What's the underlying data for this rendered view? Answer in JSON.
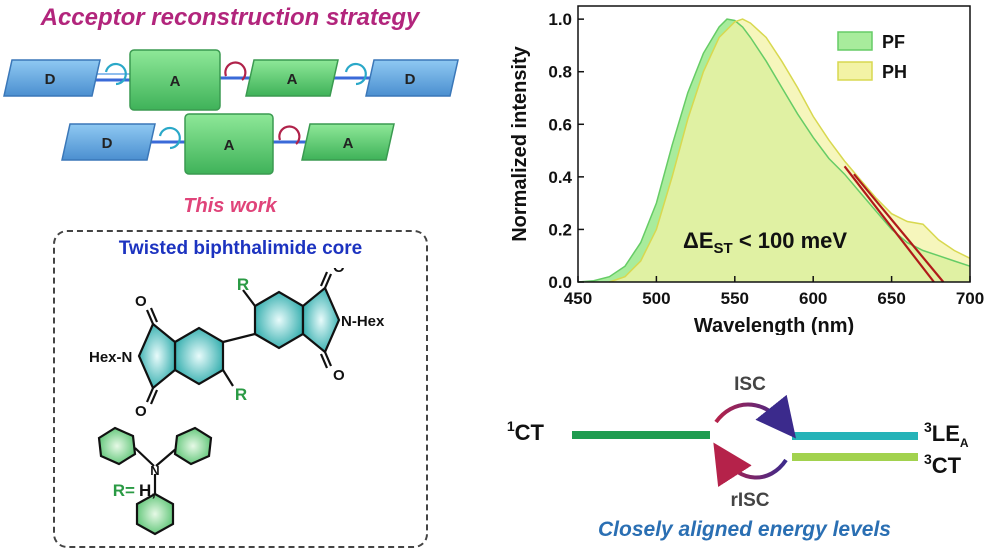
{
  "left": {
    "title": "Acceptor reconstruction strategy",
    "this_work": "This work",
    "box_title": "Twisted biphthalimide core",
    "blocks": {
      "donor": "D",
      "acceptor": "A"
    },
    "mol": {
      "r": "R",
      "o": "O",
      "n_hex_right": "N-Hex",
      "hex_n_left": "Hex-N",
      "r_eq": "R=",
      "h": "H,",
      "n": "N"
    }
  },
  "chart_data": {
    "type": "area",
    "xlabel": "Wavelength (nm)",
    "ylabel": "Normalized intensity",
    "xlim": [
      450,
      700
    ],
    "ylim": [
      0,
      1.05
    ],
    "xticks": [
      450,
      500,
      550,
      600,
      650,
      700
    ],
    "yticks": [
      0.0,
      0.2,
      0.4,
      0.6,
      0.8,
      1.0
    ],
    "legend_position": "top-right",
    "annotation": {
      "main": "ΔE",
      "sub": "ST",
      "rest": " < 100 meV"
    },
    "series": [
      {
        "name": "PF",
        "color": "#a8ec9c",
        "line": "#66cc66",
        "x": [
          450,
          460,
          470,
          480,
          490,
          500,
          510,
          520,
          530,
          540,
          545,
          550,
          555,
          560,
          570,
          580,
          590,
          600,
          610,
          620,
          630,
          640,
          650,
          660,
          670,
          680,
          690,
          700
        ],
        "y": [
          0.0,
          0.005,
          0.02,
          0.06,
          0.15,
          0.3,
          0.52,
          0.72,
          0.87,
          0.97,
          1.0,
          0.995,
          0.97,
          0.93,
          0.84,
          0.74,
          0.64,
          0.55,
          0.47,
          0.41,
          0.34,
          0.27,
          0.2,
          0.15,
          0.12,
          0.1,
          0.08,
          0.06
        ]
      },
      {
        "name": "PH",
        "color": "#f3f3a5",
        "line": "#d8d850",
        "x": [
          470,
          480,
          490,
          500,
          510,
          520,
          530,
          540,
          550,
          555,
          560,
          570,
          580,
          590,
          600,
          610,
          620,
          630,
          640,
          650,
          660,
          670,
          680,
          690,
          700
        ],
        "y": [
          0.0,
          0.02,
          0.08,
          0.2,
          0.4,
          0.62,
          0.8,
          0.93,
          0.99,
          1.0,
          0.985,
          0.93,
          0.84,
          0.74,
          0.63,
          0.54,
          0.46,
          0.39,
          0.32,
          0.26,
          0.23,
          0.22,
          0.16,
          0.12,
          0.09
        ]
      }
    ],
    "tangent_lines": [
      {
        "x1": 620,
        "y1": 0.44,
        "x2": 677,
        "y2": 0.0
      },
      {
        "x1": 626,
        "y1": 0.41,
        "x2": 683,
        "y2": 0.0
      }
    ]
  },
  "energy": {
    "ct1": {
      "sup": "1",
      "main": "CT"
    },
    "le3": {
      "sup": "3",
      "main": "LE",
      "sub": "A"
    },
    "ct3": {
      "sup": "3",
      "main": "CT"
    },
    "isc": "ISC",
    "risc": "rISC",
    "caption": "Closely aligned energy levels",
    "colors": {
      "ct1": "#1f9c50",
      "le3": "#25b3b8",
      "ct3": "#a2d24e",
      "isc_arrow": "#b5224a",
      "risc_arrow": "#3b2a8c"
    }
  }
}
